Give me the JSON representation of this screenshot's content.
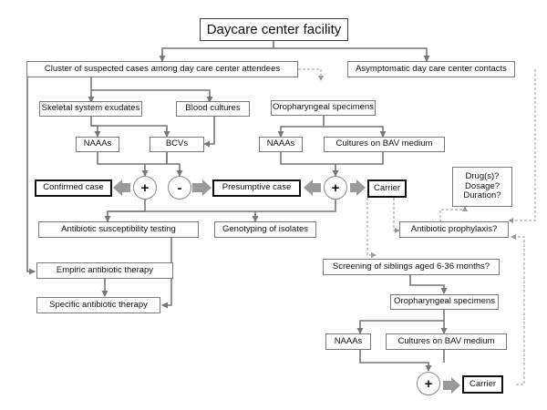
{
  "title": "Daycare center facility",
  "nodes": {
    "cluster": "Cluster of suspected cases among day care center attendees",
    "asymptomatic": "Asymptomatic day care center contacts",
    "skeletal": "Skeletal system exudates",
    "blood": "Blood cultures",
    "oro1": "Oropharyngeal specimens",
    "naaas1": "NAAAs",
    "bcvs": "BCVs",
    "naaas2": "NAAAs",
    "bav1": "Cultures on BAV medium",
    "confirmed": "Confirmed case",
    "presumptive": "Presumptive case",
    "carrier1": "Carrier",
    "drug_lines": [
      "Drug(s)?",
      "Dosage?",
      "Duration?"
    ],
    "susceptibility": "Antibiotic susceptibility testing",
    "genotyping": "Genotyping of isolates",
    "prophylaxis": "Antibiotic prophylaxis?",
    "empiric": "Empiric antibiotic therapy",
    "screening": "Screening of siblings aged 6-36 months?",
    "specific": "Specific antibiotic therapy",
    "oro2": "Oropharyngeal specimens",
    "naaas3": "NAAAs",
    "bav2": "Cultures on BAV medium",
    "carrier2": "Carrier"
  },
  "result_signs": {
    "plus1": "+",
    "minus": "-",
    "plus2": "+",
    "plus3": "+"
  }
}
